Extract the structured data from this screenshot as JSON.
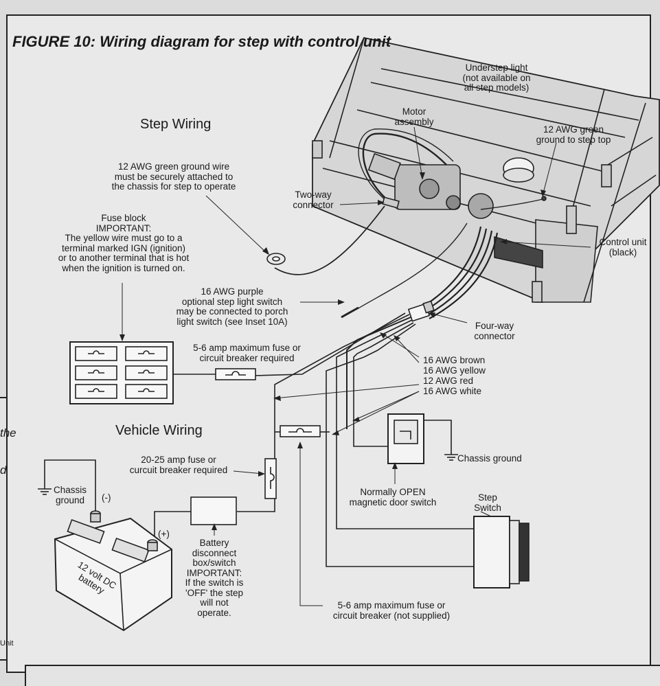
{
  "figure_title": "FIGURE 10: Wiring diagram for step with control unit",
  "sections": {
    "step_wiring": "Step Wiring",
    "vehicle_wiring": "Vehicle Wiring"
  },
  "labels": {
    "understep_light": "Understep light\n(not available on\nall step models)",
    "motor_assembly": "Motor\nassembly",
    "green_ground_step_top": "12 AWG green\nground to step top",
    "green_ground_wire": "12 AWG green ground wire\nmust be securely attached to\nthe chassis for step to operate",
    "two_way_connector": "Two-way\nconnector",
    "control_unit": "Control unit\n(black)",
    "fuse_block": "Fuse block\nIMPORTANT:\nThe yellow wire must go to a\nterminal marked IGN (ignition)\nor to another terminal that is hot\nwhen the ignition is turned on.",
    "purple_wire": "16 AWG purple\noptional step light switch\nmay be connected to porch\nlight switch (see Inset 10A)",
    "four_way_connector": "Four-way\nconnector",
    "fuse_5_6_required": "5-6 amp maximum fuse or\ncircuit breaker required",
    "awg_brown": "16 AWG brown",
    "awg_yellow": "16 AWG yellow",
    "awg_red": "12 AWG red",
    "awg_white": "16 AWG white",
    "chassis_ground_right": "Chassis ground",
    "fuse_20_25": "20-25 amp fuse or\ncurcuit breaker required",
    "chassis_ground_left": "Chassis\nground",
    "negative": "(-)",
    "positive": "(+)",
    "battery": "12 volt DC\nbattery",
    "door_switch": "Normally OPEN\nmagnetic door switch",
    "step_switch": "Step\nSwitch",
    "battery_disconnect": "Battery\ndisconnect\nbox/switch\nIMPORTANT:\nIf the switch is\n'OFF' the step\nwill not\noperate.",
    "fuse_not_supplied": "5-6 amp maximum fuse or\ncircuit breaker (not supplied)",
    "left_fragment_the": "the",
    "left_fragment_d": "d",
    "left_fragment_unit": "Unit"
  }
}
